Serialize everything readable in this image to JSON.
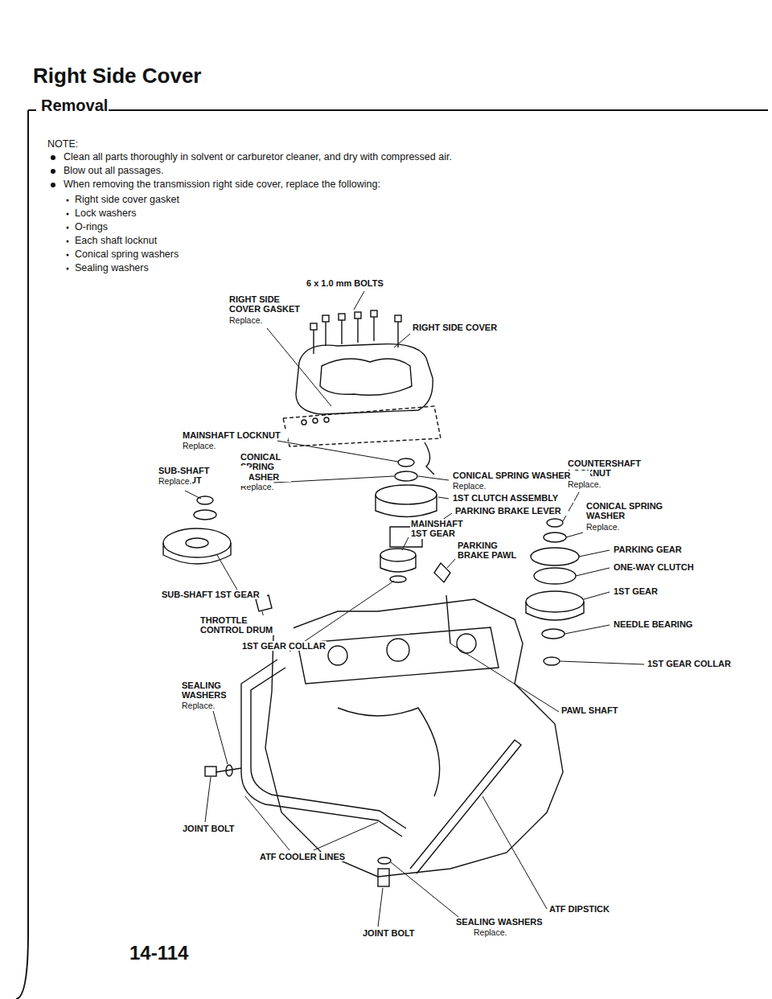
{
  "diagram": {
    "title": "Right Side Cover",
    "labels": [
      "Removal",
      "NOTE:",
      "Clean all parts thoroughly in solvent or carburetor cleaner, and dry with compressed air.",
      "Blow out all passages.",
      "When removing the transmission right side cover, replace the following:",
      "Right side cover gasket",
      "Lock washers",
      "O-rings",
      "Each shaft locknut",
      "Conical spring washers",
      "Sealing washers",
      "6 x 1.0 mm BOLTS",
      "RIGHT SIDE COVER GASKET",
      "Replace.",
      "RIGHT SIDE COVER",
      "MAINSHAFT LOCKNUT",
      "Replace.",
      "CONICAL SPRING WASHER",
      "Replace.",
      "SUB-SHAFT LOCKNUT",
      "Replace.",
      "COUNTERSHAFT LOCKNUT",
      "Replace.",
      "CONICAL SPRING WASHER",
      "Replace.",
      "1ST CLUTCH ASSEMBLY",
      "PARKING BRAKE LEVER",
      "CONICAL SPRING WASHER",
      "Replace.",
      "MAINSHAFT 1ST GEAR",
      "PARKING BRAKE PAWL",
      "PARKING GEAR",
      "ONE-WAY CLUTCH",
      "1ST GEAR",
      "SUB-SHAFT 1ST GEAR",
      "NEEDLE BEARING",
      "THROTTLE CONTROL DRUM",
      "1ST GEAR COLLAR",
      "1ST GEAR COLLAR",
      "SEALING WASHERS",
      "Replace.",
      "PAWL SHAFT",
      "JOINT BOLT",
      "ATF COOLER LINES",
      "ATF DIPSTICK",
      "SEALING WASHERS",
      "Replace.",
      "JOINT BOLT",
      "14-114"
    ]
  }
}
